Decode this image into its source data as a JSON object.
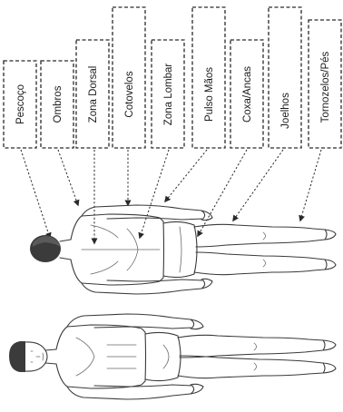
{
  "labels": [
    {
      "id": "neck",
      "text": "Pescoço"
    },
    {
      "id": "shoulders",
      "text": "Ombros"
    },
    {
      "id": "upper-back",
      "text": "Zona Dorsal"
    },
    {
      "id": "elbows",
      "text": "Cotovelos"
    },
    {
      "id": "lower-back",
      "text": "Zona Lombar"
    },
    {
      "id": "wrists-hands",
      "text": "Pulso Mãos"
    },
    {
      "id": "thighs-hips",
      "text": "Coxa/Ancas"
    },
    {
      "id": "knees",
      "text": "Joelhos"
    },
    {
      "id": "ankles-feet",
      "text": "Tornozelos/Pés"
    }
  ],
  "colors": {
    "line": "#2a2a2a",
    "hair": "#3b3b3b",
    "background": "#ffffff"
  }
}
